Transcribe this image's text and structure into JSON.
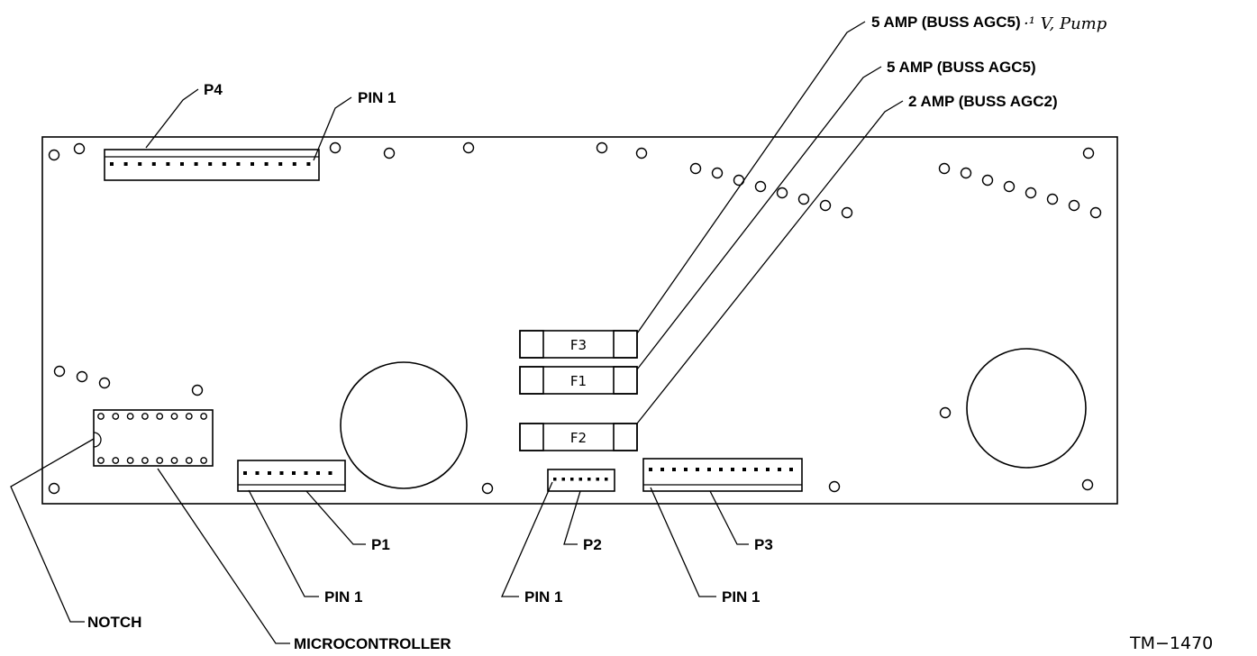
{
  "labels": {
    "fuse_f3": "5 AMP (BUSS AGC5)",
    "fuse_f3_note": "·¹ V, Pump",
    "fuse_f1": "5 AMP (BUSS AGC5)",
    "fuse_f2": "2 AMP (BUSS AGC2)",
    "p4": "P4",
    "p4_pin1": "PIN 1",
    "p1": "P1",
    "p2": "P2",
    "p3": "P3",
    "p1_pin1": "PIN 1",
    "p2_pin1": "PIN 1",
    "p3_pin1": "PIN 1",
    "notch": "NOTCH",
    "microcontroller": "MICROCONTROLLER",
    "figure_code": "TM−1470"
  },
  "fuses": {
    "f3": "F3",
    "f1": "F1",
    "f2": "F2"
  }
}
